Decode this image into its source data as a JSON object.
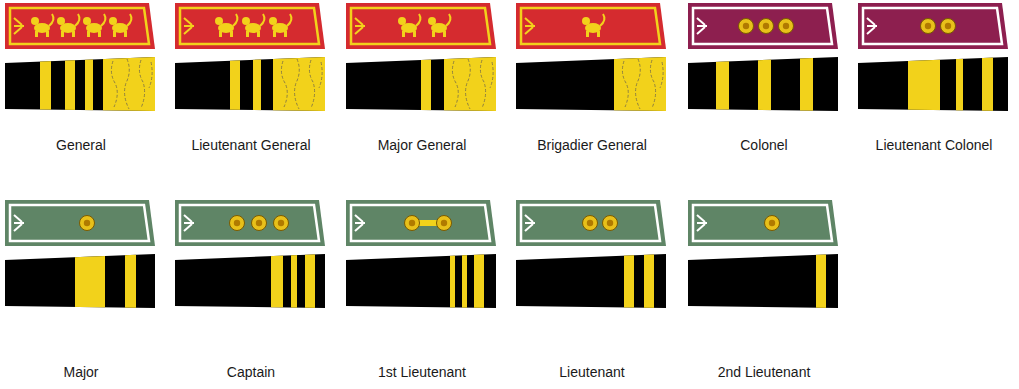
{
  "diagram": {
    "labels": [
      "General",
      "Lieutenant General",
      "Major General",
      "Brigadier General",
      "Colonel",
      "Lieutenant Colonel",
      "Major",
      "Captain",
      "1st Lieutenant",
      "Lieutenant",
      "2nd Lieutenant"
    ]
  }
}
